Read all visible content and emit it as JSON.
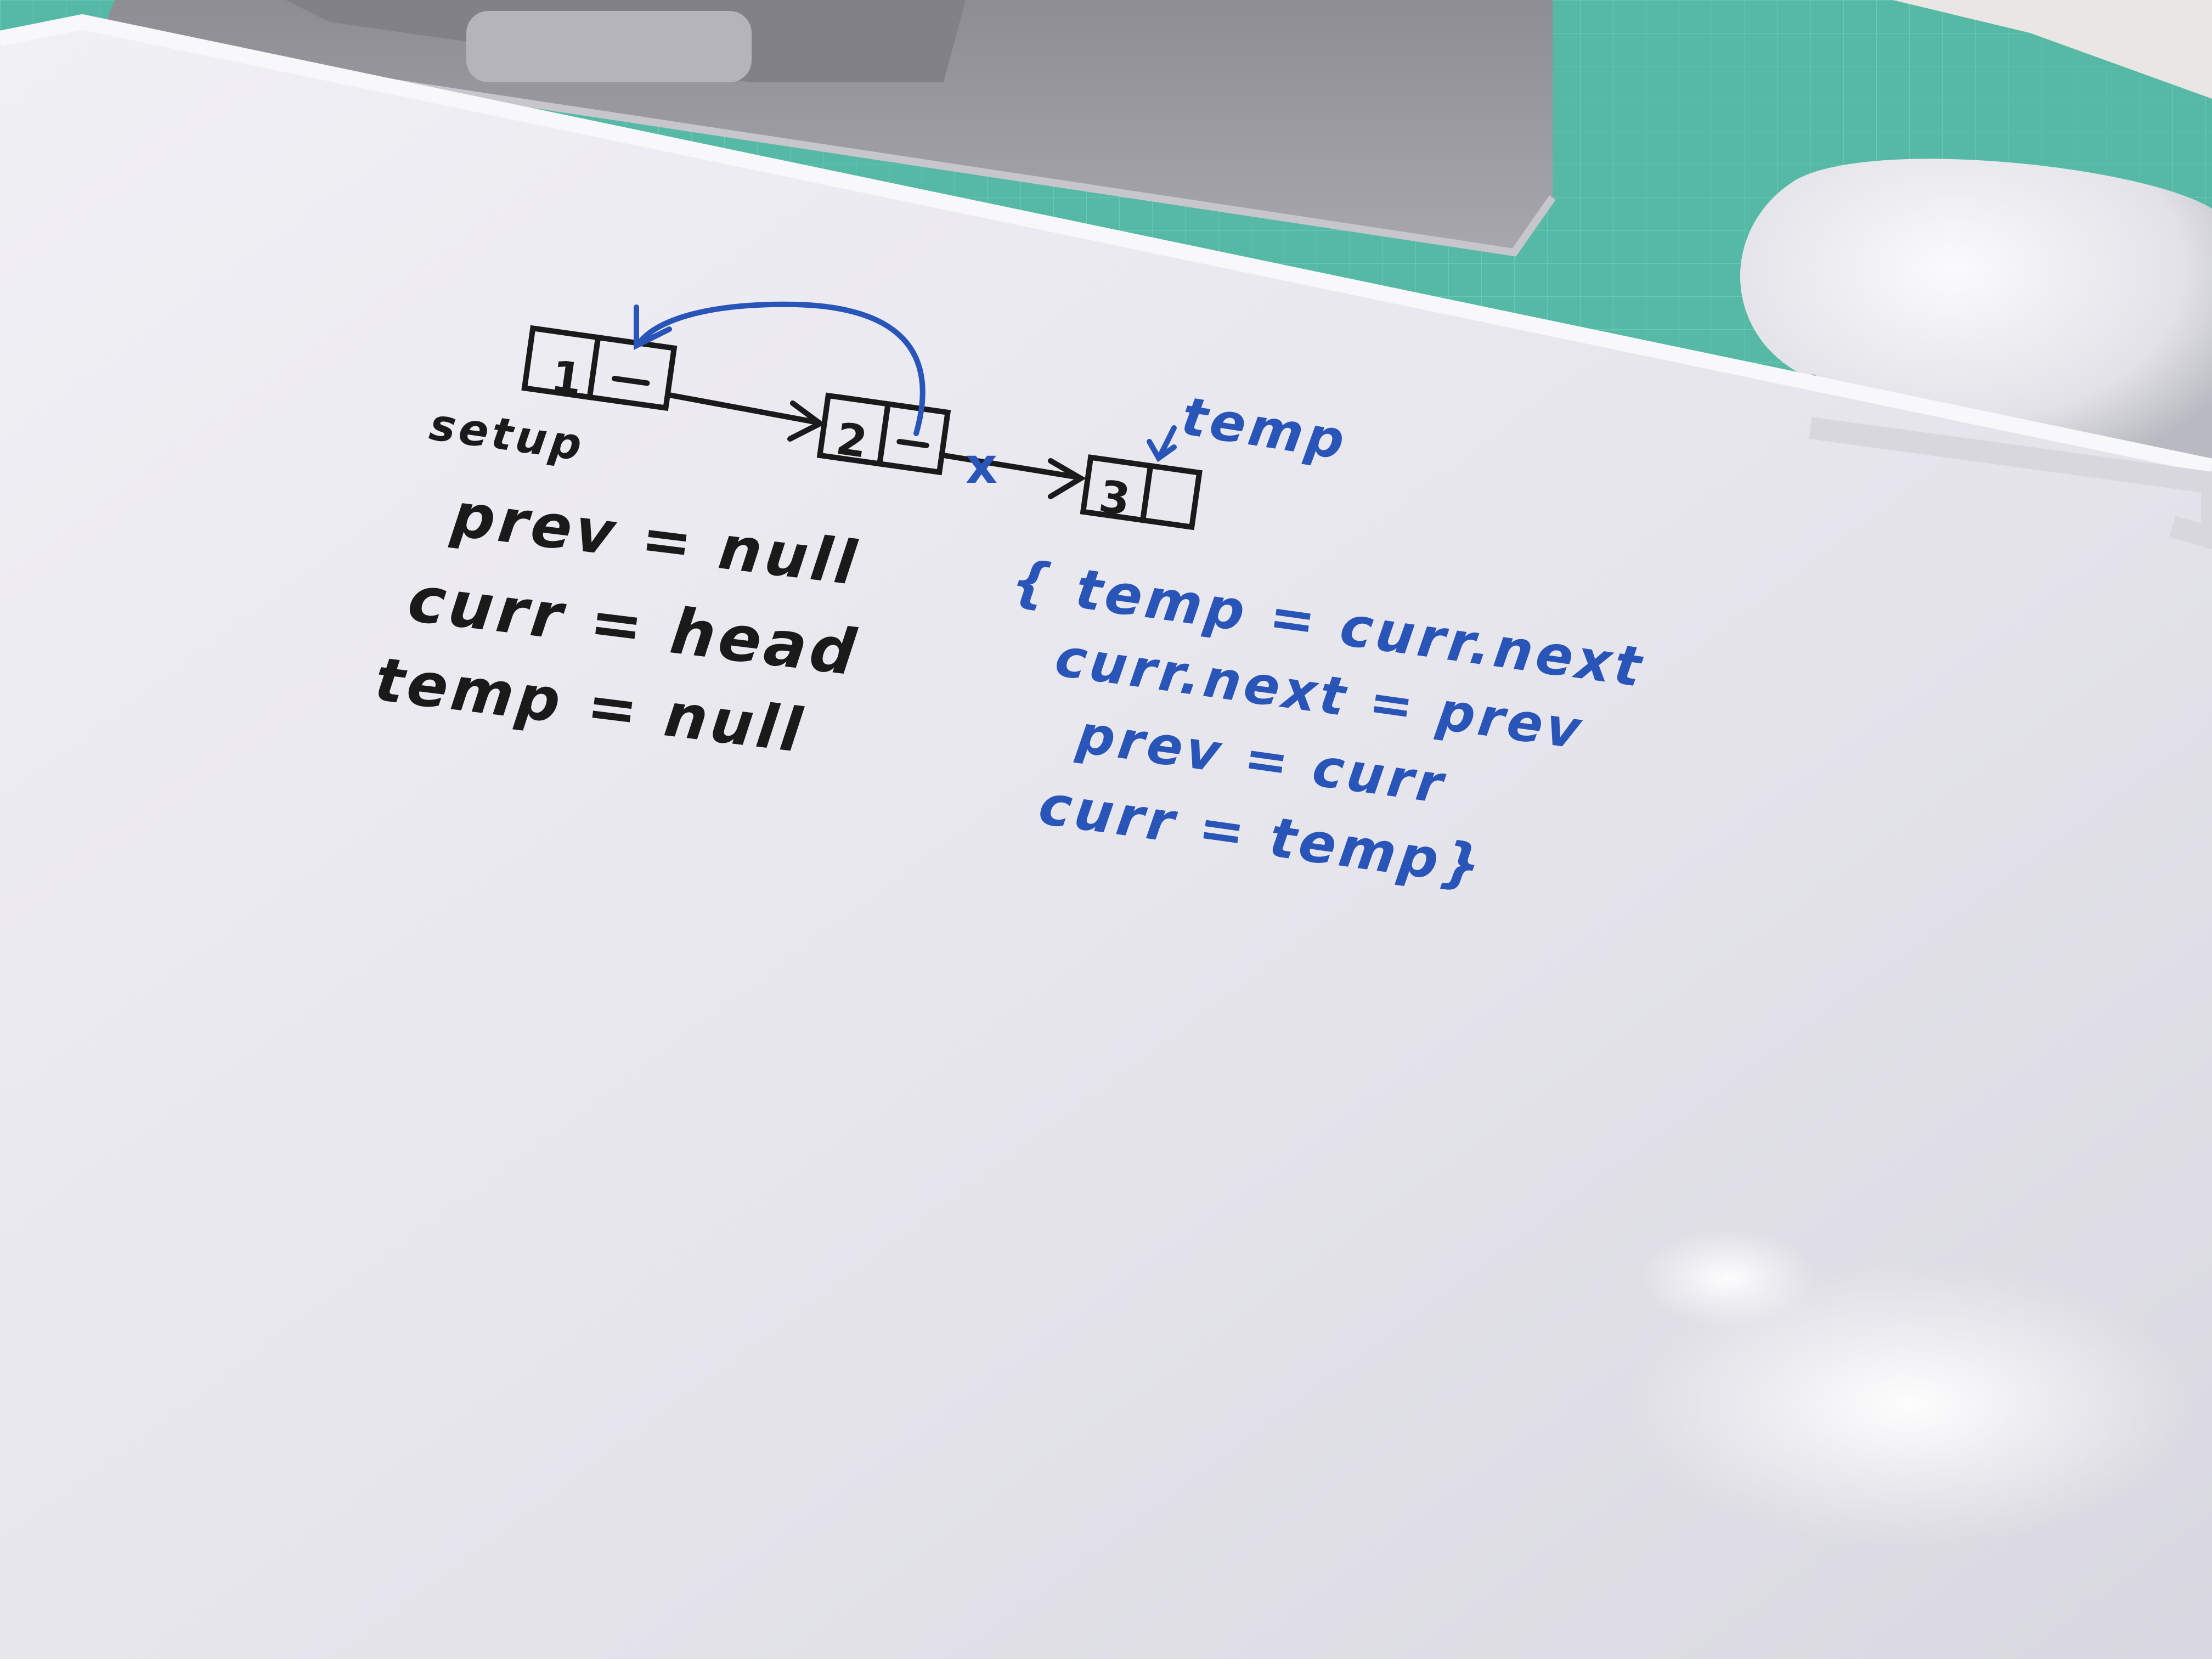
{
  "photo": {
    "subject": "whiteboard"
  },
  "diagram": {
    "nodes": [
      {
        "value": "1"
      },
      {
        "value": "2"
      },
      {
        "value": "3"
      }
    ],
    "broken_link_mark": "x",
    "pointer_label": "temp"
  },
  "setup_notes": {
    "heading": "setup",
    "lines": [
      "prev = null",
      "curr = head",
      "temp = null"
    ]
  },
  "loop_notes": {
    "lines": [
      "{ temp = curr.next",
      "curr.next = prev",
      "prev = curr",
      "curr = temp}"
    ]
  },
  "colors": {
    "ink_black": "#1a1a1a",
    "ink_blue": "#2a55b8",
    "board": "#e9e8ee",
    "mat": "#56b9a6",
    "laptop": "#9c9ba1"
  }
}
